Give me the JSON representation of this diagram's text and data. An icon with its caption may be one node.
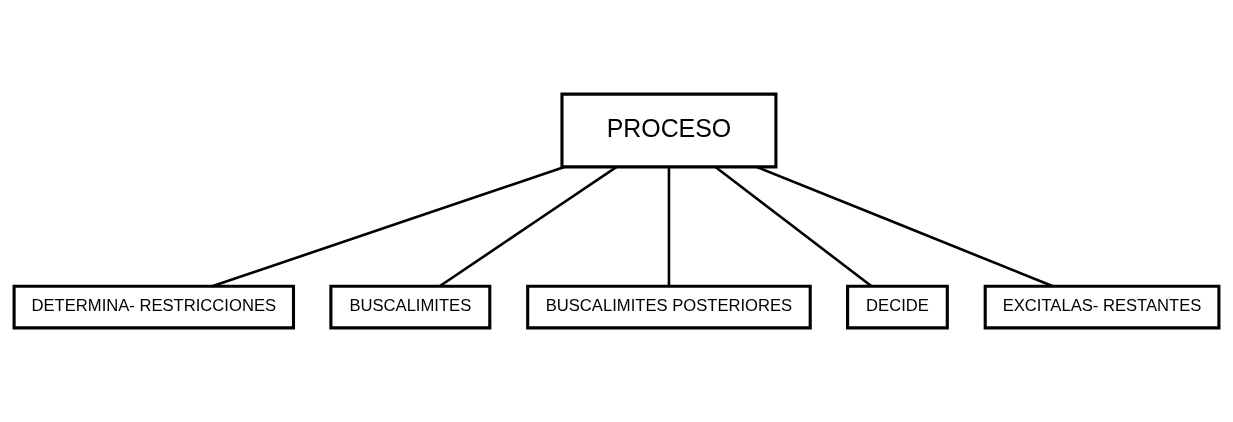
{
  "diagram": {
    "nodes": [
      {
        "text": [
          "PROCESO"
        ]
      },
      {
        "text": [
          "DETERMINA- RESTRICCIONES"
        ]
      },
      {
        "text": [
          "BUSCALIMITES"
        ]
      },
      {
        "text": [
          "BUSCALIMITES POSTERIORES"
        ]
      },
      {
        "text": [
          "DECIDE"
        ]
      },
      {
        "text": [
          "EXCITALAS- RESTANTES"
        ]
      }
    ],
    "edges": [
      {
        "from": 0,
        "to": 1,
        "arrow": "none"
      },
      {
        "from": 0,
        "to": 2,
        "arrow": "none"
      },
      {
        "from": 0,
        "to": 3,
        "arrow": "none"
      },
      {
        "from": 0,
        "to": 4,
        "arrow": "none"
      },
      {
        "from": 0,
        "to": 5,
        "arrow": "none"
      }
    ]
  }
}
